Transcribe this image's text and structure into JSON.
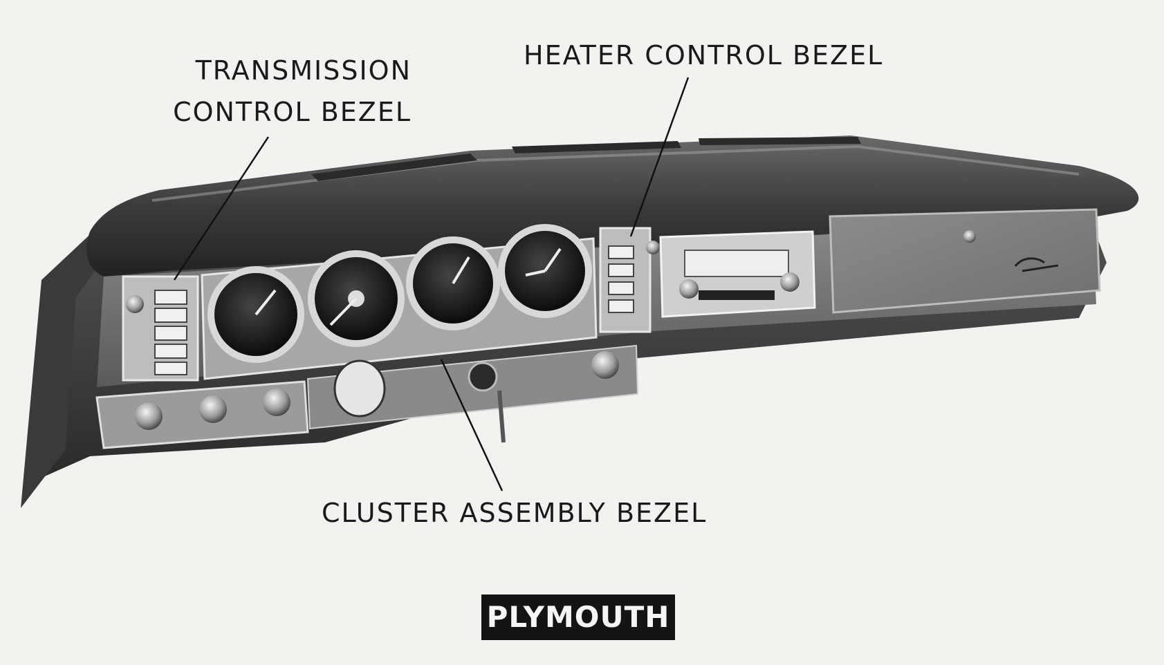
{
  "callouts": {
    "transmission_line1": "TRANSMISSION",
    "transmission_line2": "CONTROL BEZEL",
    "heater": "HEATER CONTROL BEZEL",
    "cluster": "CLUSTER ASSEMBLY BEZEL"
  },
  "caption": "PLYMOUTH",
  "colors": {
    "background": "#f2f2f0",
    "dash_dark": "#2e2e2e",
    "dash_mid": "#6b6b6b",
    "chrome": "#cfcfcf",
    "badge": "#141414"
  }
}
